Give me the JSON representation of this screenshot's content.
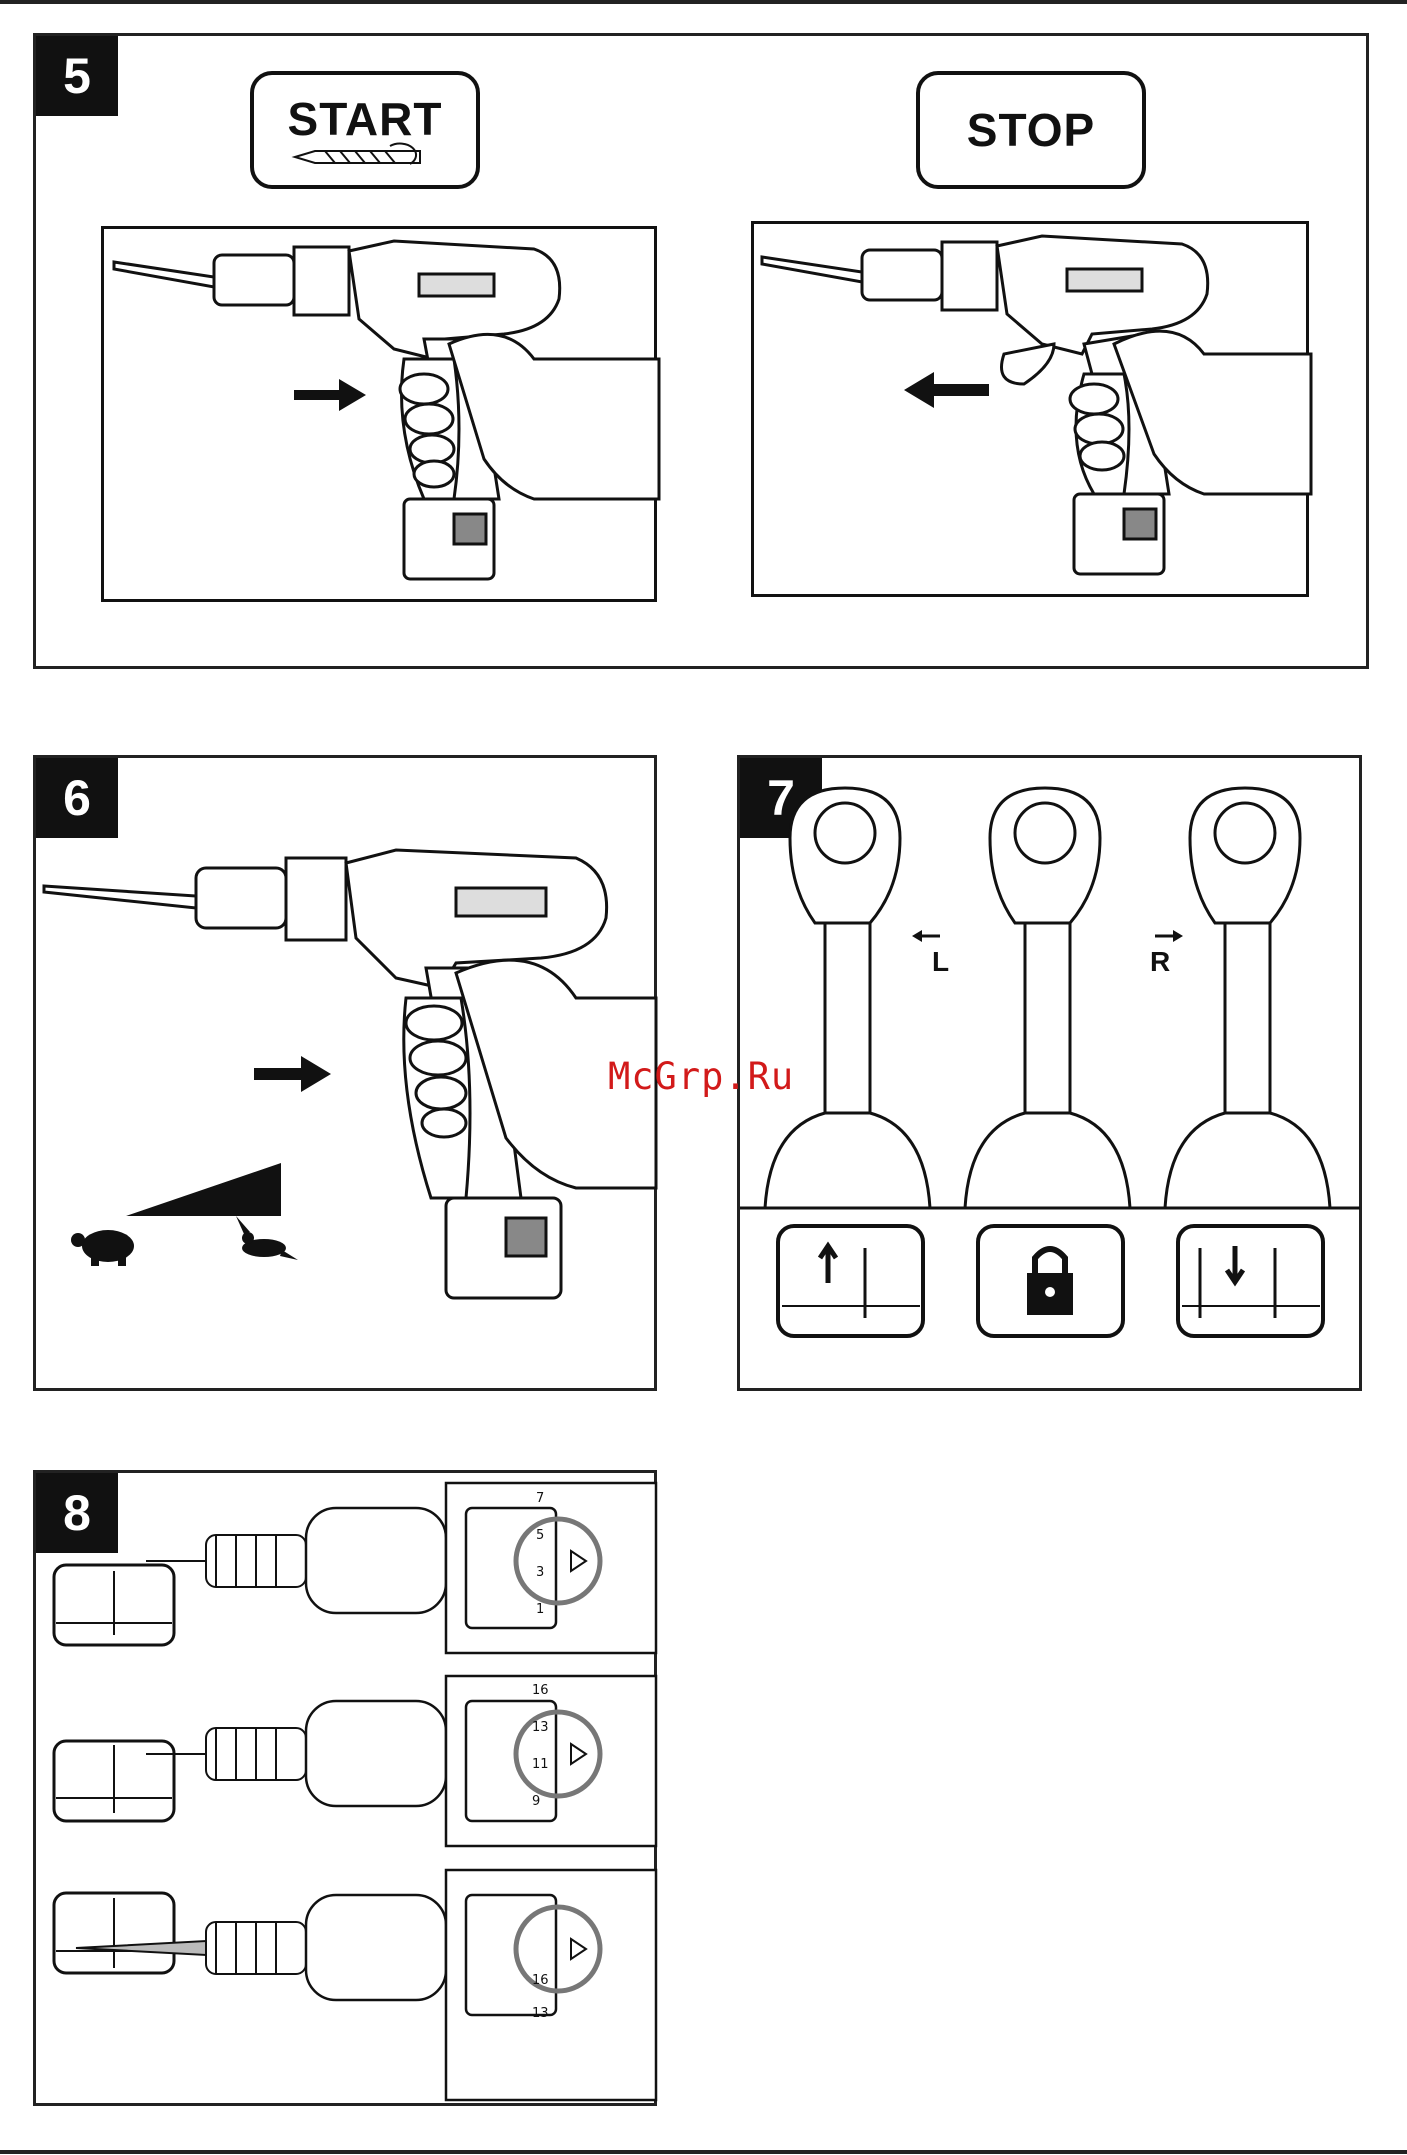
{
  "panels": {
    "p5": {
      "number": "5",
      "start_label": "START",
      "stop_label": "STOP"
    },
    "p6": {
      "number": "6"
    },
    "p7": {
      "number": "7",
      "left_label": "L",
      "right_label": "R"
    },
    "p8": {
      "number": "8",
      "dial_a": [
        "1",
        "3",
        "5",
        "7"
      ],
      "dial_b": [
        "9",
        "11",
        "13",
        "16"
      ],
      "dial_c": [
        "16",
        "13"
      ]
    }
  },
  "watermark": "McGrp.Ru",
  "colors": {
    "ink": "#111111",
    "watermark": "#d21a1a",
    "panel_border": "#222222"
  }
}
